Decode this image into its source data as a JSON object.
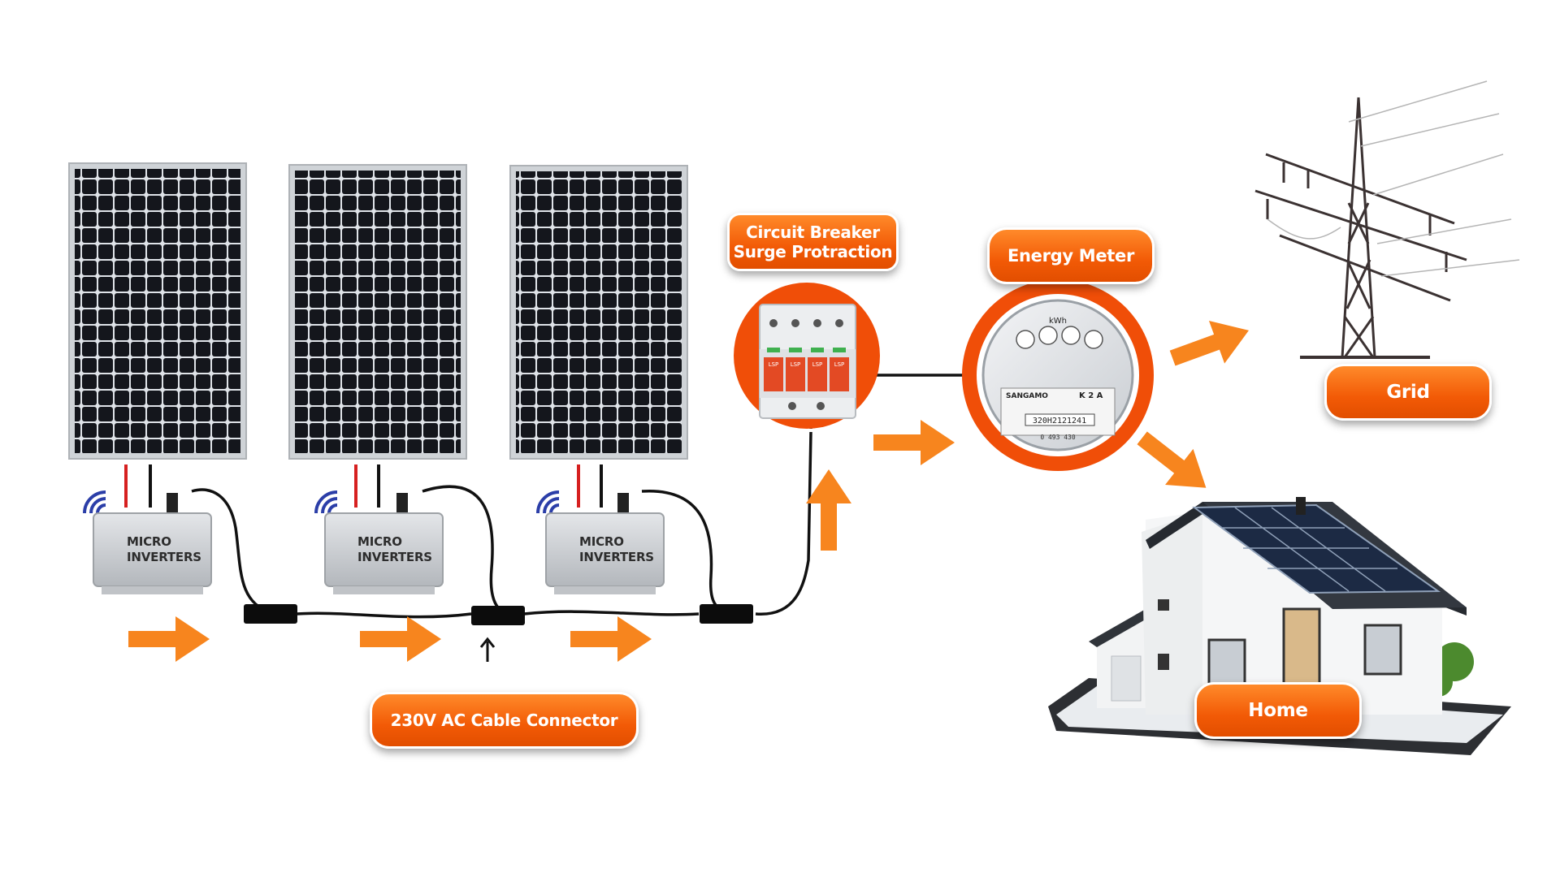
{
  "labels": {
    "circuit_breaker_line1": "Circuit Breaker",
    "circuit_breaker_line2": "Surge Protraction",
    "energy_meter": "Energy Meter",
    "grid": "Grid",
    "home": "Home",
    "cable_connector": "230V AC Cable Connector"
  },
  "inverters": [
    {
      "line1": "MICRO",
      "line2": "INVERTERS"
    },
    {
      "line1": "MICRO",
      "line2": "INVERTERS"
    },
    {
      "line1": "MICRO",
      "line2": "INVERTERS"
    }
  ],
  "meter": {
    "unit": "kWh",
    "brand": "SANGAMO",
    "model": "K 2 A",
    "serial": "320H2121241",
    "number": "0 493 430"
  },
  "breaker_module_text": "LSP",
  "colors": {
    "accent_orange": "#f25a06",
    "arrow_orange": "#f7851e",
    "panel_cell": "#14161c",
    "panel_frame": "#c9ccd0",
    "cable": "#111111"
  },
  "icons": [
    "solar-panel-icon",
    "micro-inverter-icon",
    "wifi-signal-icon",
    "cable-connector-icon",
    "circuit-breaker-icon",
    "energy-meter-icon",
    "transmission-tower-icon",
    "house-icon",
    "flow-arrow-icon"
  ]
}
